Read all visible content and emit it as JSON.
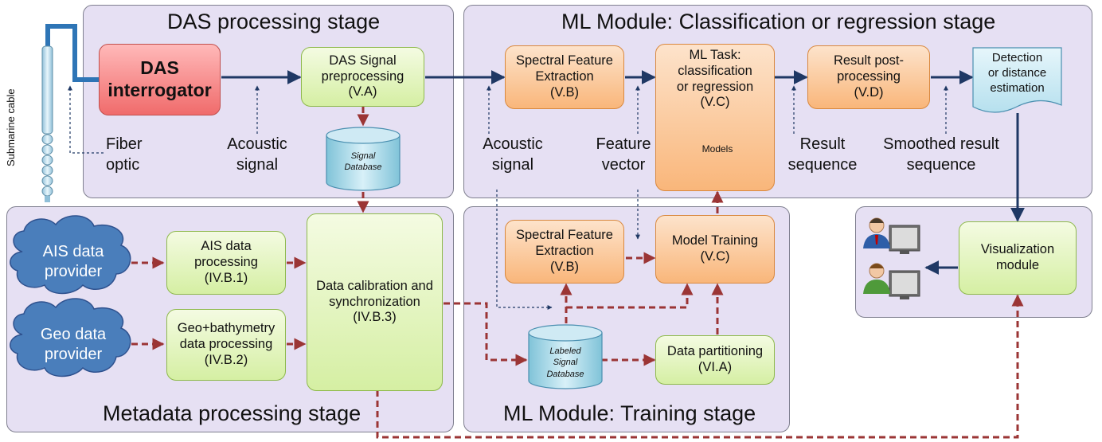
{
  "stages": {
    "das": "DAS processing stage",
    "ml_classification": "ML Module: Classification or regression stage",
    "metadata": "Metadata processing stage",
    "ml_training": "ML Module: Training stage"
  },
  "cable_label": "Submarine cable",
  "das_interrogator": [
    "DAS",
    "interrogator"
  ],
  "das_preproc": [
    "DAS Signal",
    "preprocessing",
    "(V.A)"
  ],
  "signal_db": [
    "Signal",
    "Database"
  ],
  "fiber_optic": [
    "Fiber",
    "optic"
  ],
  "acoustic_signal_1": [
    "Acoustic",
    "signal"
  ],
  "acoustic_signal_2": [
    "Acoustic",
    "signal"
  ],
  "spectral_1": [
    "Spectral Feature",
    "Extraction",
    "(V.B)"
  ],
  "feature_vector": [
    "Feature",
    "vector"
  ],
  "ml_task": [
    "ML Task:",
    "classification",
    "or regression",
    "(V.C)"
  ],
  "models_db": "Models",
  "result_sequence": [
    "Result",
    "sequence"
  ],
  "post_proc": [
    "Result post-",
    "processing",
    "(V.D)"
  ],
  "smoothed": [
    "Smoothed result",
    "sequence"
  ],
  "detection": [
    "Detection",
    "or distance",
    "estimation"
  ],
  "ais_provider": [
    "AIS data",
    "provider"
  ],
  "geo_provider": [
    "Geo data",
    "provider"
  ],
  "ais_proc": [
    "AIS data",
    "processing",
    "(IV.B.1)"
  ],
  "geo_proc": [
    "Geo+bathymetry",
    "data processing",
    "(IV.B.2)"
  ],
  "calibration": [
    "Data calibration and",
    "synchronization",
    "(IV.B.3)"
  ],
  "spectral_2": [
    "Spectral Feature",
    "Extraction",
    "(V.B)"
  ],
  "model_training": [
    "Model Training",
    "(V.C)"
  ],
  "labeled_db": [
    "Labeled",
    "Signal",
    "Database"
  ],
  "partitioning": [
    "Data partitioning",
    "(VI.A)"
  ],
  "visualization": [
    "Visualization",
    "module"
  ],
  "colors": {
    "stage_fill": "#e6e0f3",
    "flow_arrow": "#1f3864",
    "data_arrow": "#9b3535",
    "cloud": "#4a7ebb"
  }
}
